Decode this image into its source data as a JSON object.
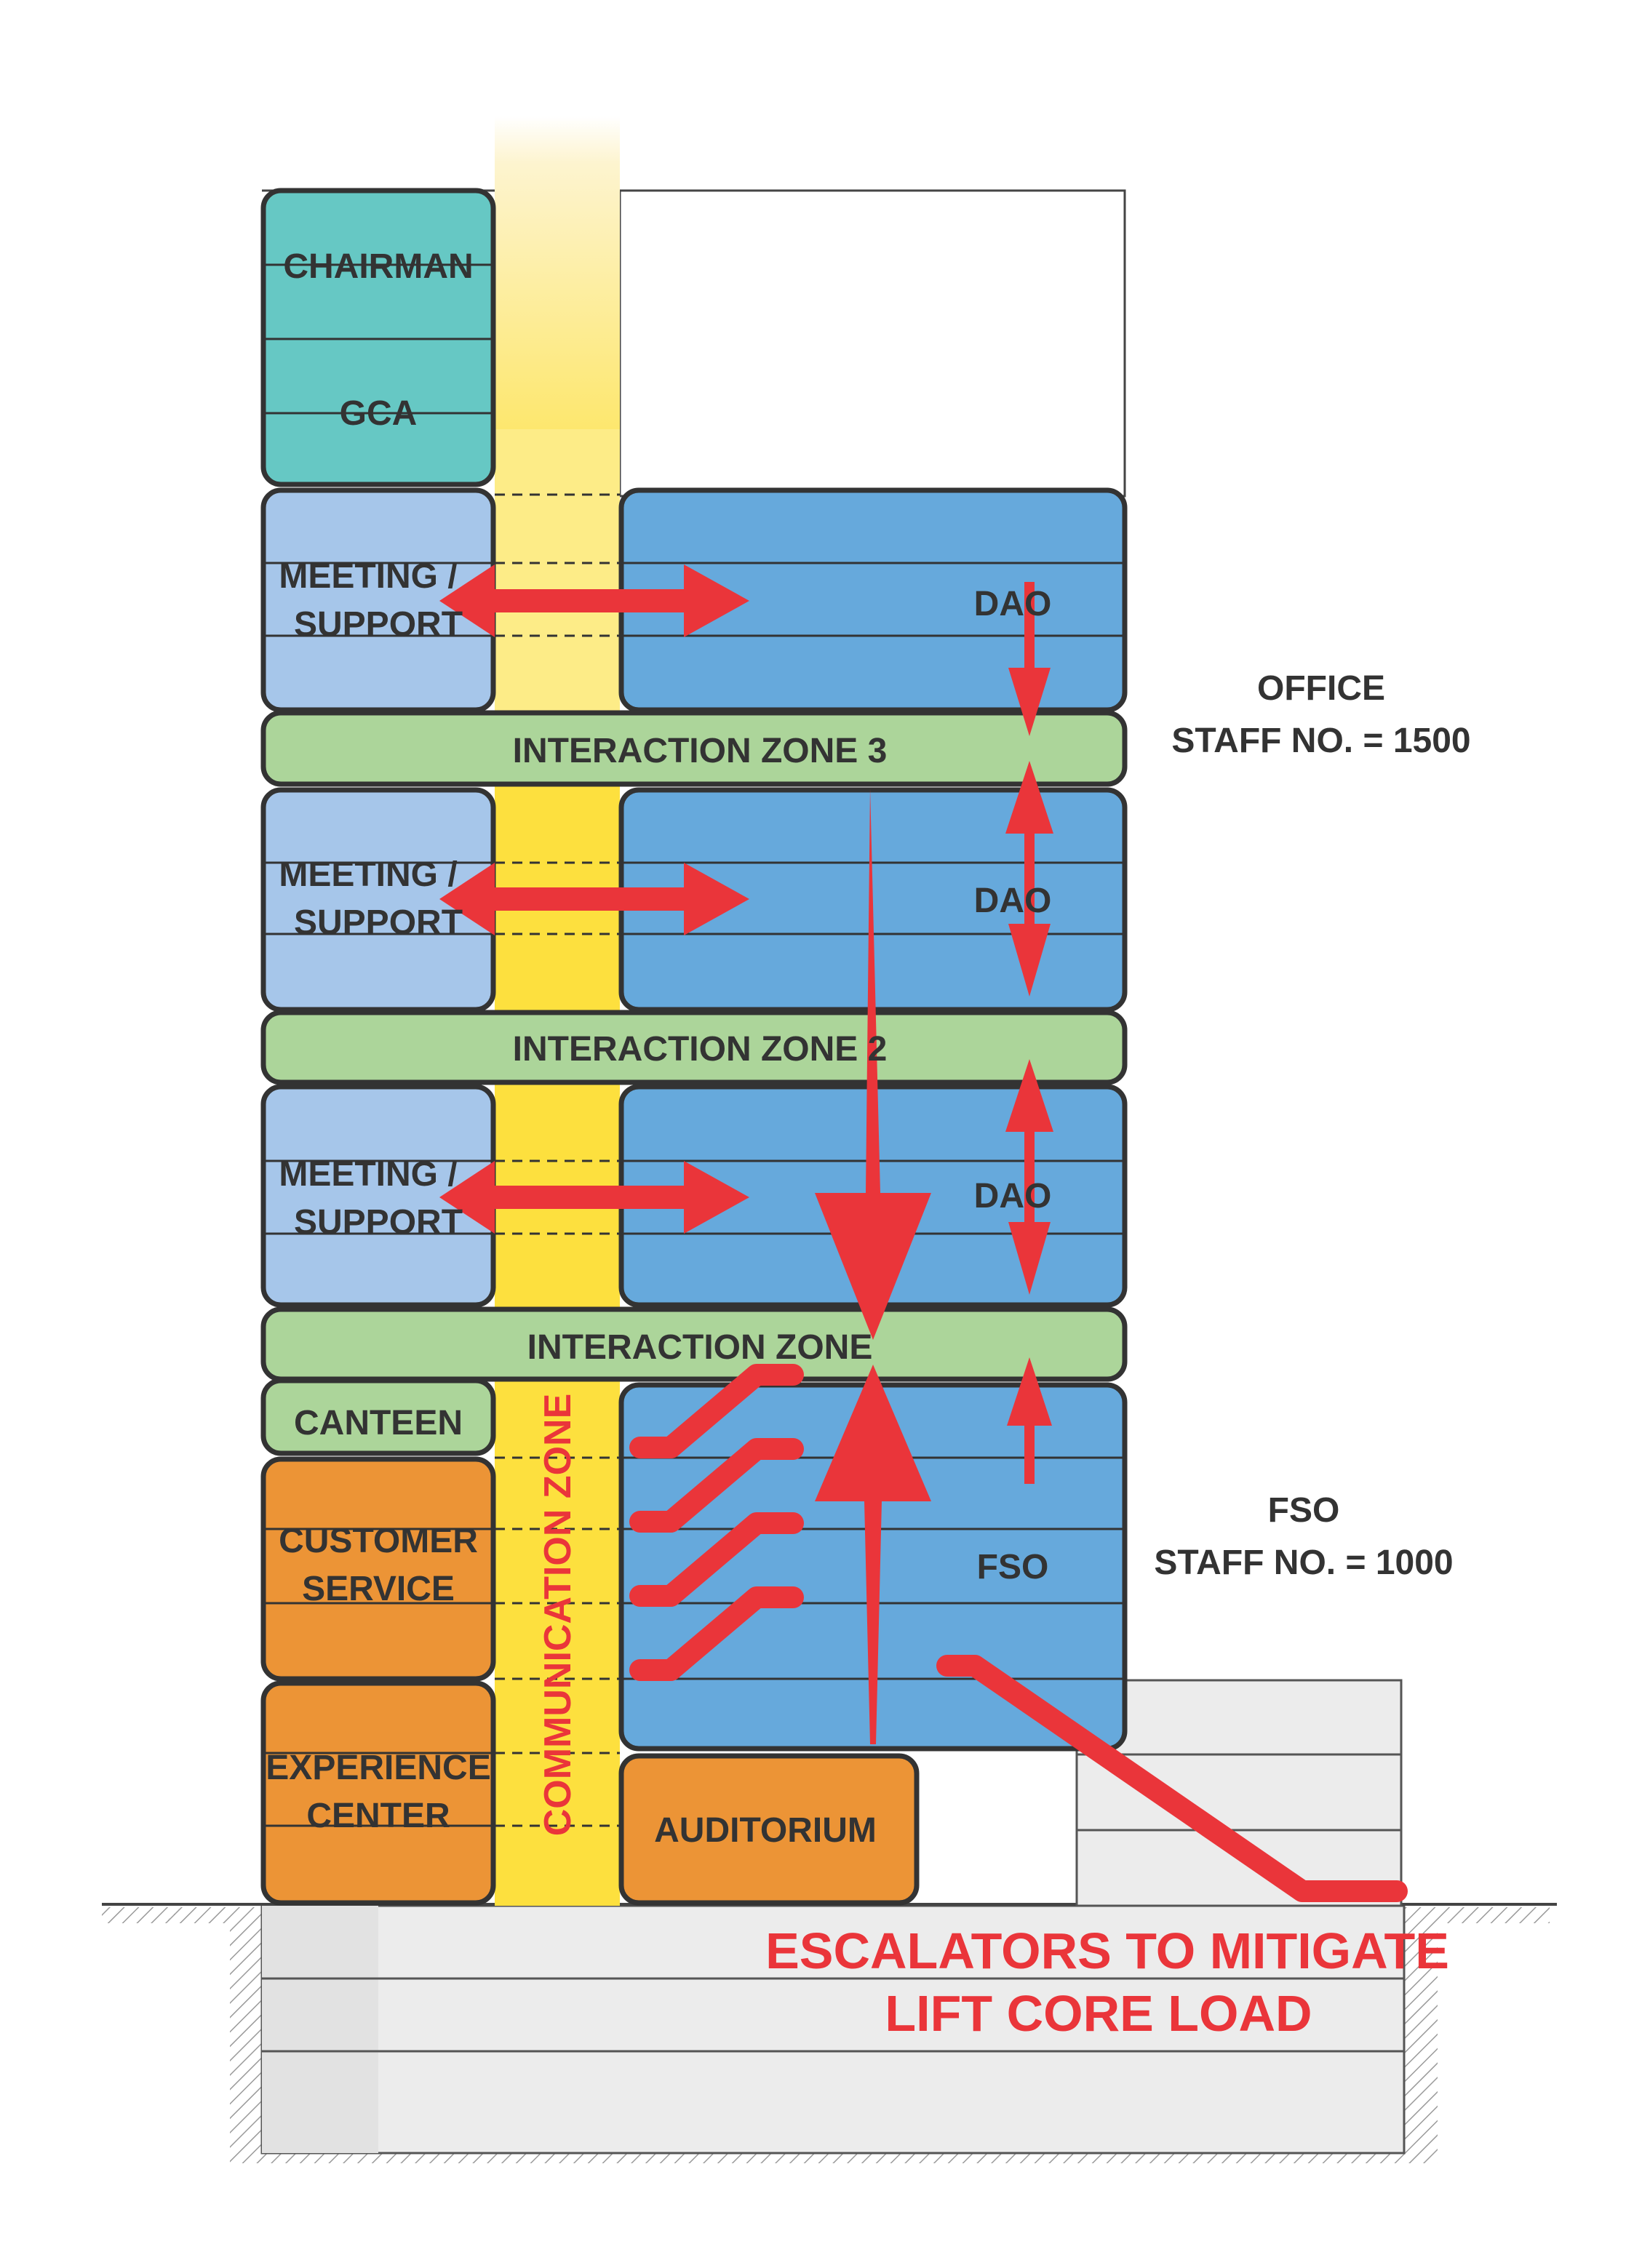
{
  "colors": {
    "teal": "#66c8c4",
    "light_blue": "#a6c6ea",
    "blue": "#66a9dc",
    "green": "#acd59a",
    "orange": "#ec9436",
    "yellow": "#fde03e",
    "red": "#ea353a",
    "outline": "#333333",
    "text": "#333333",
    "podium": "#ececec"
  },
  "blocks": {
    "chairman": "CHAIRMAN",
    "gca": "GCA",
    "meeting_support_3": {
      "line1": "MEETING /",
      "line2": "SUPPORT"
    },
    "meeting_support_2": {
      "line1": "MEETING /",
      "line2": "SUPPORT"
    },
    "meeting_support_1": {
      "line1": "MEETING /",
      "line2": "SUPPORT"
    },
    "dao_3": "DAO",
    "dao_2": "DAO",
    "dao_1": "DAO",
    "interaction_zone_3": "INTERACTION ZONE 3",
    "interaction_zone_2": "INTERACTION ZONE 2",
    "interaction_zone_1": "INTERACTION ZONE",
    "canteen": "CANTEEN",
    "customer_service": {
      "line1": "CUSTOMER",
      "line2": "SERVICE"
    },
    "experience_center": {
      "line1": "EXPERIENCE",
      "line2": "CENTER"
    },
    "auditorium": "AUDITORIUM",
    "fso": "FSO",
    "communication_zone": "COMMUNICATION ZONE"
  },
  "side_labels": {
    "office": {
      "line1": "OFFICE",
      "line2": "STAFF NO. = 1500"
    },
    "fso": {
      "line1": "FSO",
      "line2": "STAFF NO. = 1000"
    }
  },
  "callout": {
    "line1": "ESCALATORS TO MITIGATE",
    "line2": "LIFT CORE LOAD"
  }
}
